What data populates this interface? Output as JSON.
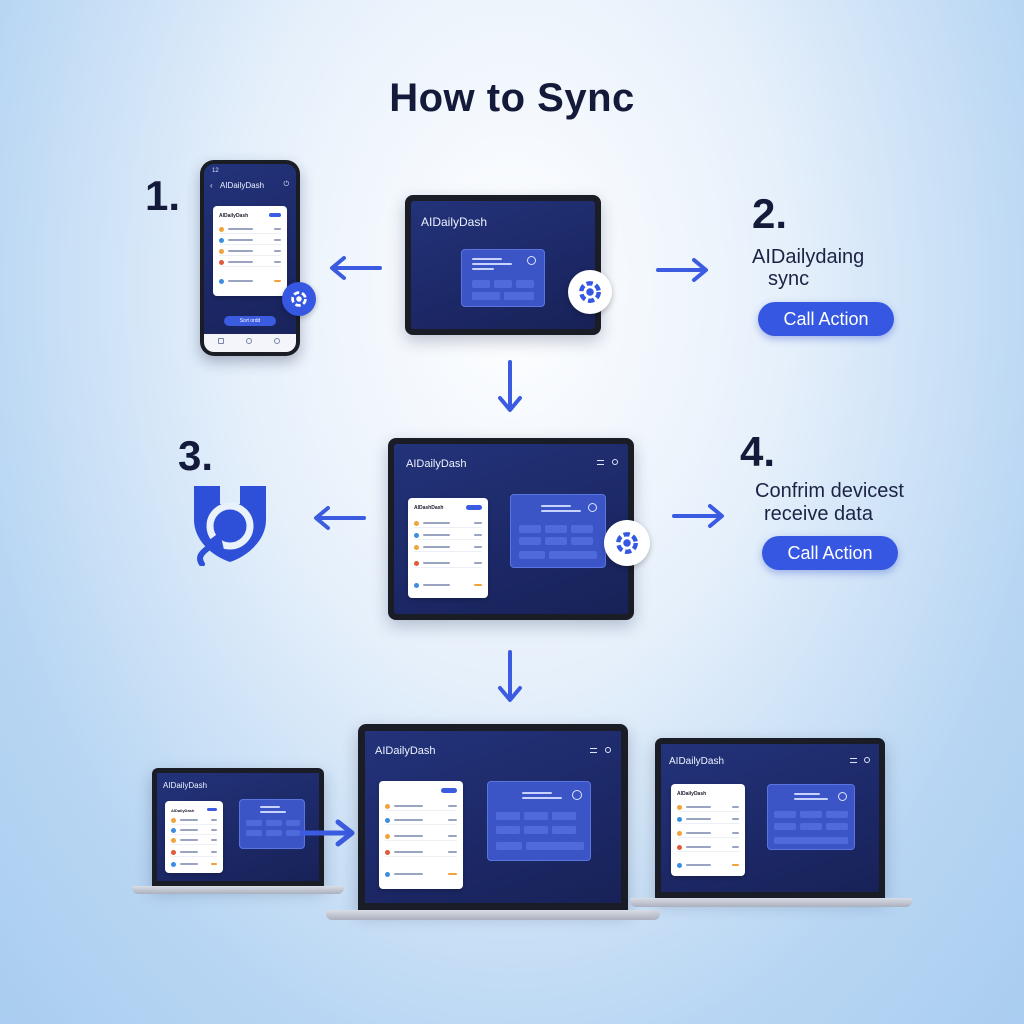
{
  "title": "How to Sync",
  "brand": "AIDailyDash",
  "phone": {
    "status_time": "12",
    "header": "AIDailyDash",
    "panel_title": "AIDailyDash",
    "button": "Sort ordd"
  },
  "steps": [
    {
      "number": "1.",
      "description": ""
    },
    {
      "number": "2.",
      "description_line1": "AIDailydaing",
      "description_line2": "sync",
      "cta": "Call Action"
    },
    {
      "number": "3.",
      "description": ""
    },
    {
      "number": "4.",
      "description_line1": "Confrim devicest",
      "description_line2": "receive data",
      "cta": "Call Action"
    }
  ],
  "tablet_center": {
    "brand": "AIDailyDash"
  },
  "tablet_mid": {
    "brand": "AIDailyDash",
    "panel_title": "AIDashDash"
  },
  "laptops": {
    "left": {
      "brand": "AIDailyDash",
      "panel_title": "AIDailyDash"
    },
    "center": {
      "brand": "AIDailyDash"
    },
    "right": {
      "brand": "AIDailyDash",
      "panel_title": "AIDailyDash"
    }
  },
  "colors": {
    "accent": "#3557e2",
    "screen": "#1f2d6e",
    "title": "#141a3a"
  },
  "icons": [
    "arrow-left-icon",
    "arrow-right-icon",
    "arrow-down-icon",
    "sync-gear-icon",
    "refresh-shield-icon"
  ]
}
